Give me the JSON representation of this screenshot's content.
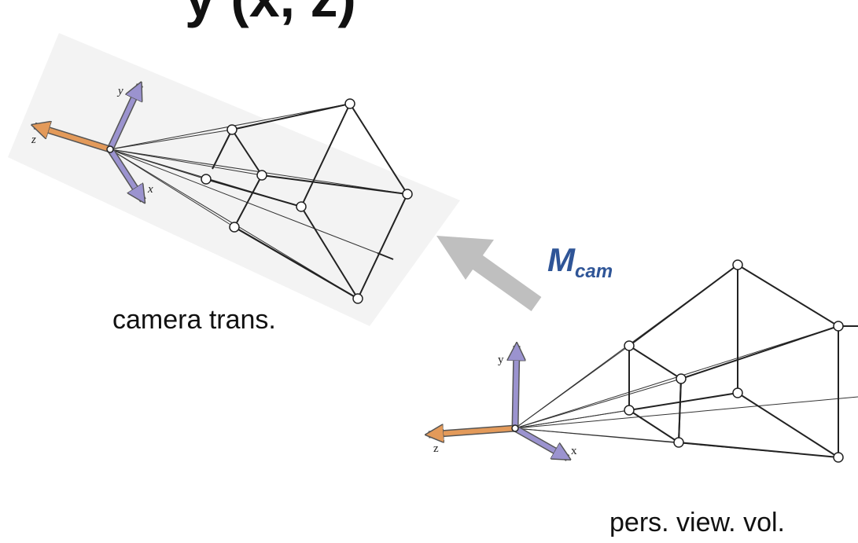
{
  "title_fragment": "y (x, z)",
  "transform_label": {
    "main": "M",
    "subscript": "cam"
  },
  "captions": {
    "camera": "camera trans.",
    "perspective": "pers. view. vol."
  },
  "axes": {
    "x": "x",
    "y": "y",
    "z": "z"
  },
  "colors": {
    "y_axis": "#9b93cf",
    "x_axis": "#9b93cf",
    "z_axis": "#e39a5a",
    "arrow": "#bfbfbf",
    "label": "#2f5597",
    "shadow": "#f2f2f2"
  }
}
